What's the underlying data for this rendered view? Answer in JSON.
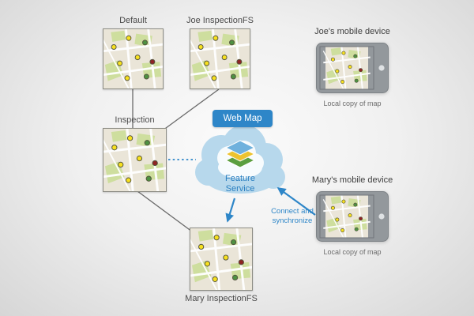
{
  "diagram": {
    "maps": {
      "default": {
        "label": "Default"
      },
      "joe": {
        "label": "Joe InspectionFS"
      },
      "inspection": {
        "label": "Inspection"
      },
      "mary": {
        "label": "Mary InspectionFS"
      }
    },
    "cloud": {
      "webmap_label": "Web Map",
      "service_label": "Feature Service"
    },
    "devices": {
      "joe": {
        "label": "Joe's mobile device",
        "caption": "Local copy of map"
      },
      "mary": {
        "label": "Mary's mobile device",
        "caption": "Local copy of map"
      }
    },
    "annotations": {
      "connect": "Connect and synchronize"
    },
    "colors": {
      "accent": "#2e86c8",
      "cloud_fill": "#b7d8ec",
      "map_background": "#eae5d8",
      "connector_line": "#6a6a6a",
      "marker_yellow": "#f7e01e",
      "marker_green": "#4e9141",
      "marker_red": "#8e2424"
    }
  }
}
